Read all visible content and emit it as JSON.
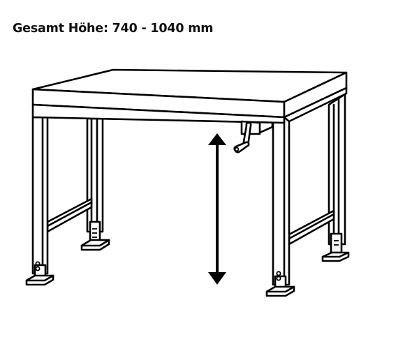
{
  "header": {
    "title": "Gesamt Höhe: 740 - 1040 mm"
  },
  "diagram": {
    "subject": "height-adjustable workbench with hand crank",
    "height_range": {
      "min": 740,
      "max": 1040,
      "unit": "mm"
    },
    "elements": [
      "table-top",
      "front-left-leg",
      "front-right-leg",
      "rear-left-leg",
      "rear-right-leg",
      "hand-crank",
      "height-arrow"
    ],
    "line_color": "#000000",
    "background": "#ffffff"
  }
}
